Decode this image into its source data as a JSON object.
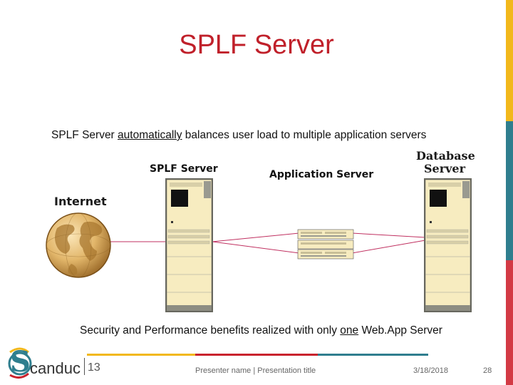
{
  "slide": {
    "title": "SPLF Server",
    "subtitle_pre": "SPLF Server ",
    "subtitle_u": "automatically",
    "subtitle_post": " balances user load to multiple application servers",
    "bottom_pre": "Security and Performance benefits realized with only ",
    "bottom_u": "one",
    "bottom_post": " Web.App Server"
  },
  "diagram": {
    "splf_label": "SPLF Server",
    "app_label": "Application Server",
    "db_label_1": "Database",
    "db_label_2": "Server",
    "internet_label": "Internet",
    "link_color": "#c03060"
  },
  "footer": {
    "logo_s": "S",
    "logo_text": "canduc",
    "logo_number": "13",
    "presenter": "Presenter name | Presentation title",
    "date": "3/18/2018",
    "page": "28"
  },
  "accent": {
    "right_top": "#f2b81b",
    "right_mid": "#2f7e8e",
    "right_bottom": "#d33a44",
    "footer_yellow": "#f2b81b",
    "footer_red": "#c9232d",
    "footer_teal": "#2f7e8e"
  },
  "icons": [
    "globe-icon",
    "tower-server-icon",
    "rack-server-icon",
    "scanduc-logo-icon"
  ]
}
